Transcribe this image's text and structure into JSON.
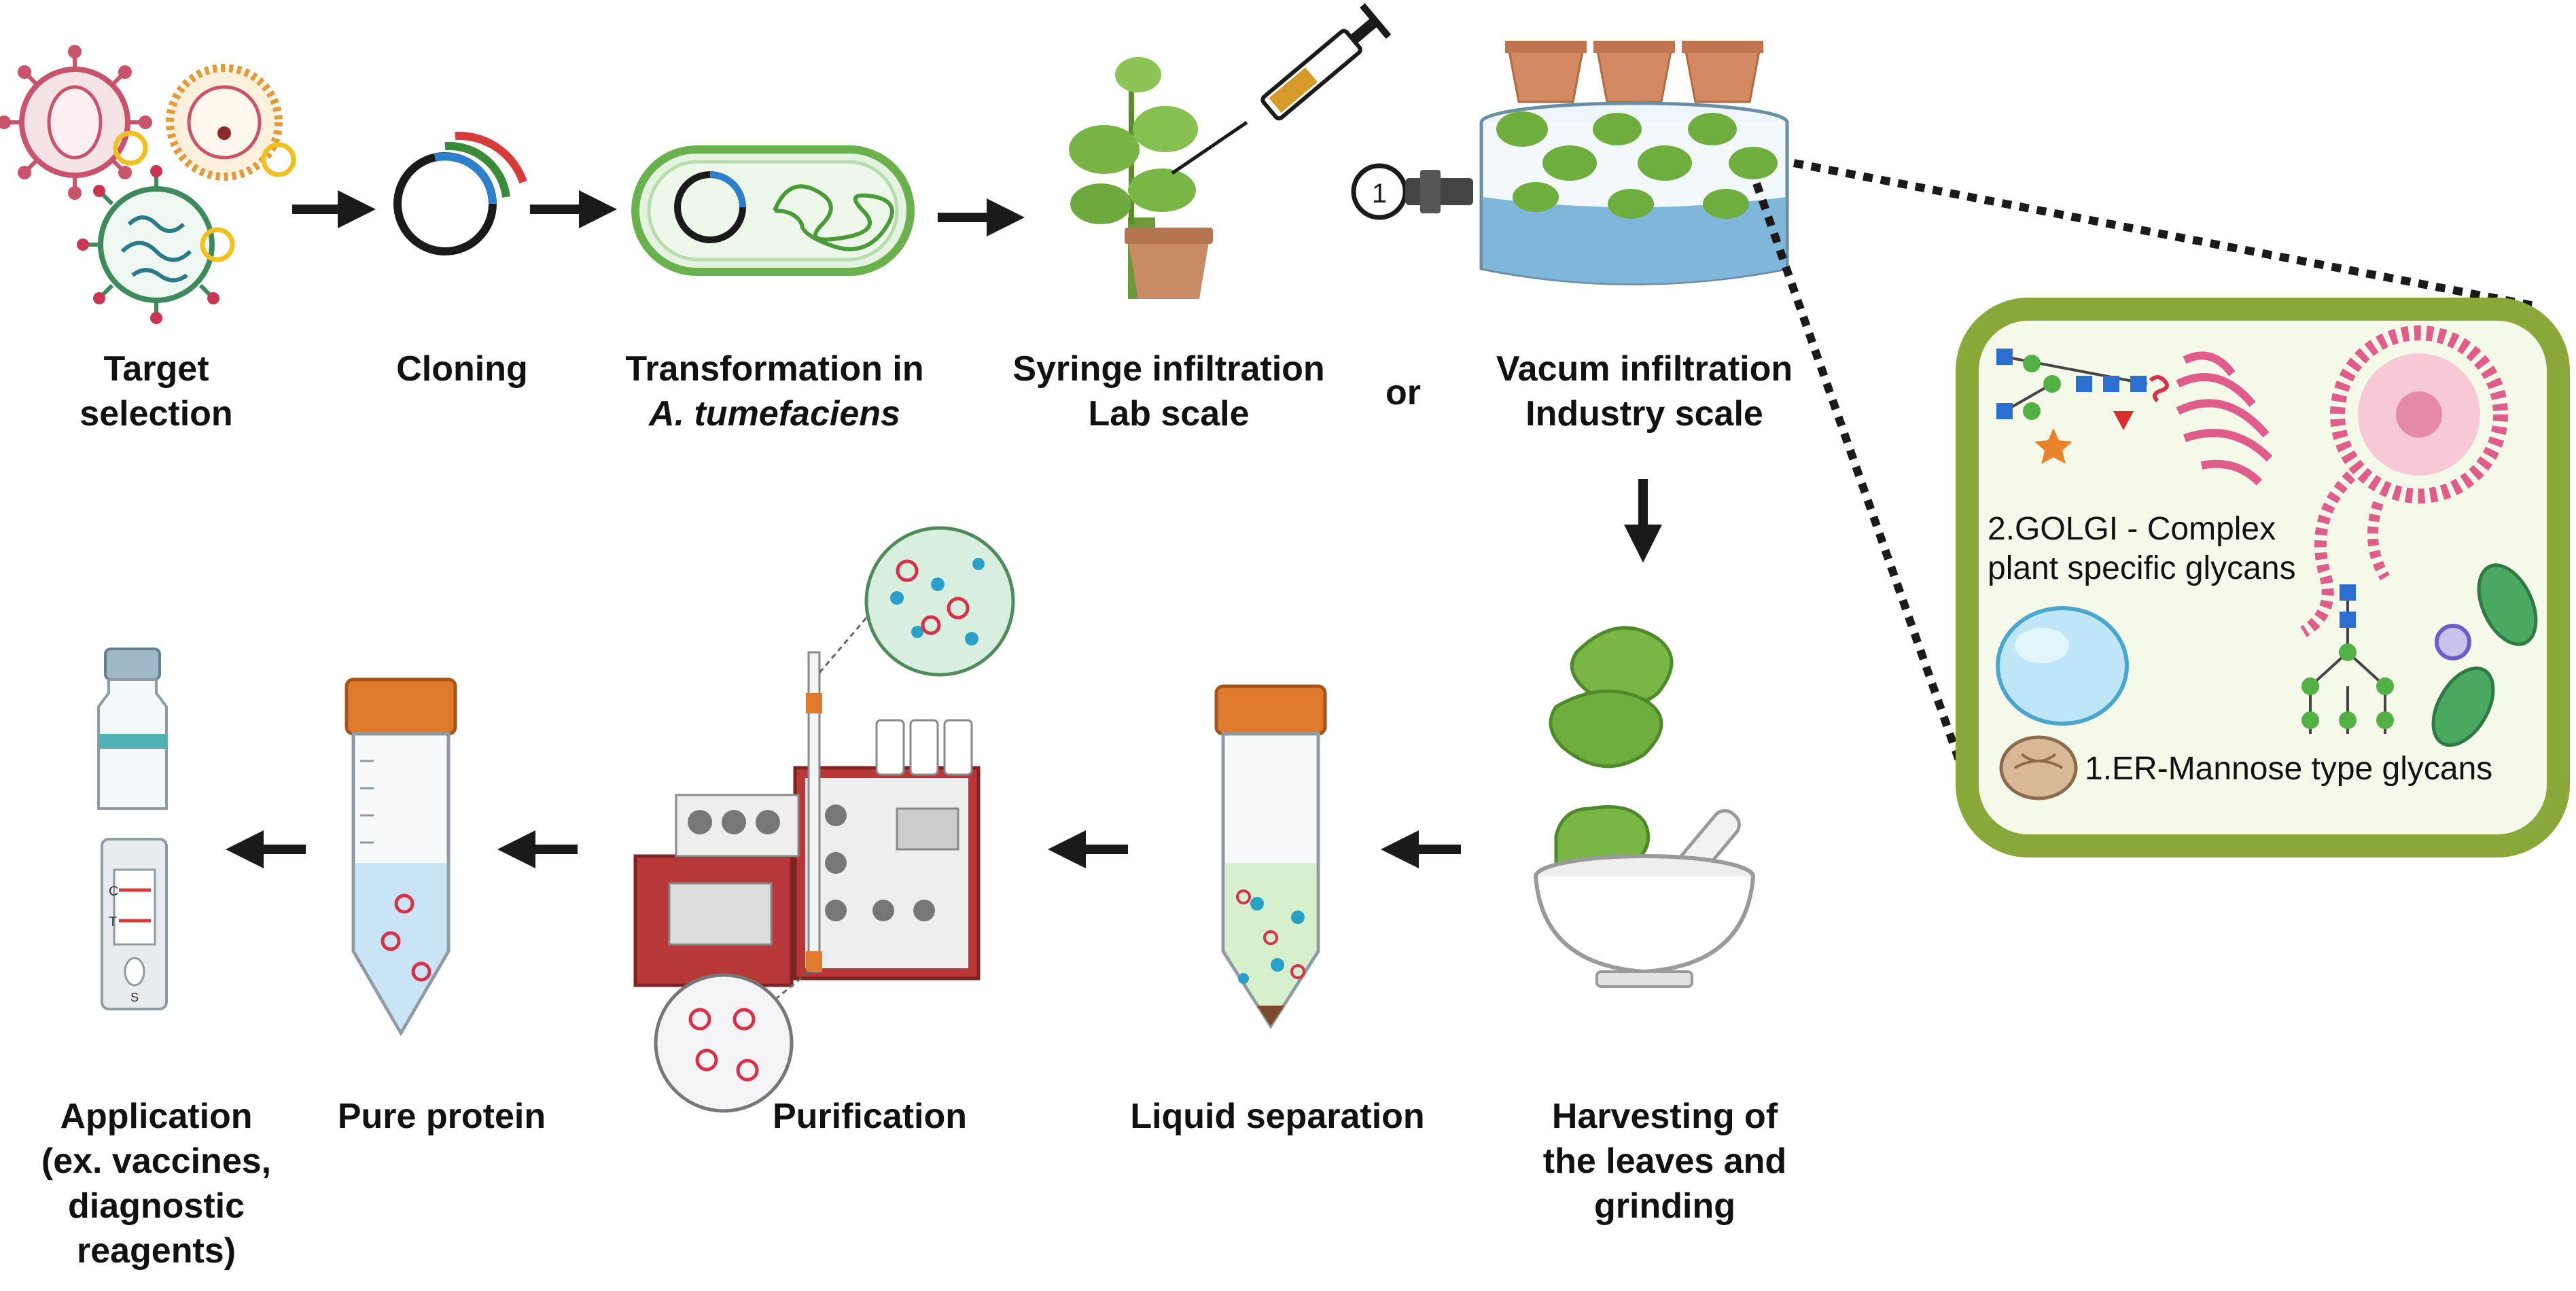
{
  "steps": {
    "target_selection": {
      "line1": "Target",
      "line2": "selection"
    },
    "cloning": {
      "line1": "Cloning"
    },
    "transformation": {
      "line1": "Transformation in",
      "line2": "A. tumefaciens"
    },
    "syringe": {
      "line1": "Syringe infiltration",
      "line2": "Lab scale"
    },
    "or": "or",
    "vacuum": {
      "line1": "Vacum infiltration",
      "line2": "Industry scale"
    },
    "harvesting": {
      "line1": "Harvesting of",
      "line2": "the leaves and",
      "line3": "grinding"
    },
    "liquid_separation": {
      "line1": "Liquid separation"
    },
    "purification": {
      "line1": "Purification"
    },
    "pure_protein": {
      "line1": "Pure protein"
    },
    "application": {
      "line1": "Application",
      "line2": "(ex. vaccines,",
      "line3": "diagnostic",
      "line4": "reagents)"
    }
  },
  "inset": {
    "golgi_line1": "2.GOLGI - Complex",
    "golgi_line2": "plant specific glycans",
    "er": "1.ER-Mannose type glycans"
  },
  "test_strip": {
    "c": "C",
    "t": "T",
    "s": "S"
  },
  "gauge_label": "1",
  "colors": {
    "arrow": "#1a1a1a",
    "leaf": "#7cb342",
    "inset_border": "#8aa83a",
    "inset_fill": "#f4f8e8",
    "golgi": "#e05c8a",
    "tube_cap": "#e07b2e",
    "protein": "#d9304a",
    "instrument": "#b8383a",
    "water": "#8ec9e8"
  }
}
